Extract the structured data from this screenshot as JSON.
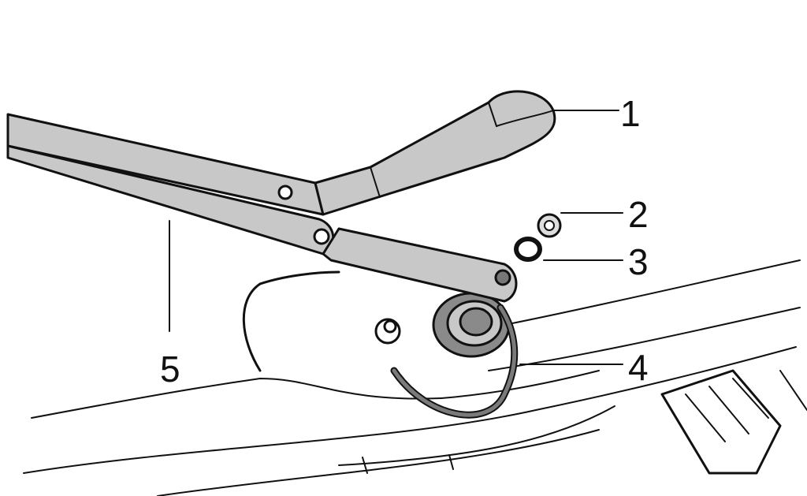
{
  "callouts": [
    {
      "id": "1",
      "label": "1"
    },
    {
      "id": "2",
      "label": "2"
    },
    {
      "id": "3",
      "label": "3"
    },
    {
      "id": "4",
      "label": "4"
    },
    {
      "id": "5",
      "label": "5"
    }
  ],
  "colors": {
    "part_fill": "#c8c8c8",
    "part_shadow": "#8a8a8a",
    "outline": "#111111",
    "background": "#ffffff"
  }
}
